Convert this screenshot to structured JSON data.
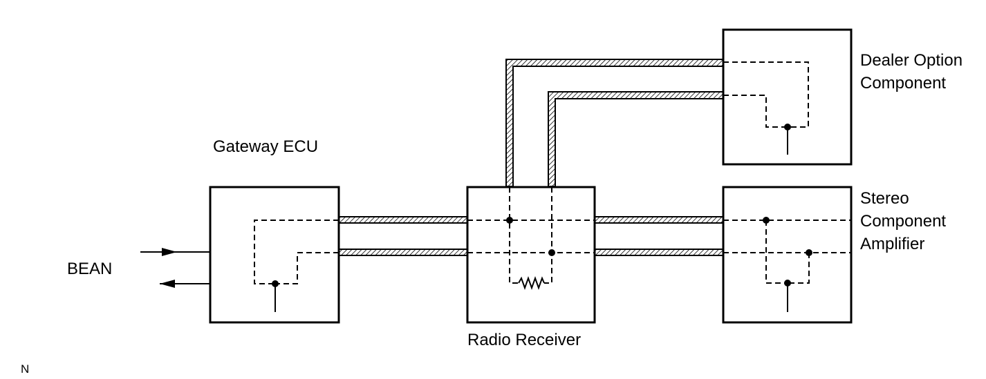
{
  "labels": {
    "gateway": "Gateway ECU",
    "bean": "BEAN",
    "radio": "Radio Receiver",
    "dealer_line1": "Dealer Option",
    "dealer_line2": "Component",
    "stereo_line1": "Stereo",
    "stereo_line2": "Component",
    "stereo_line3": "Amplifier",
    "corner_code": "N"
  }
}
